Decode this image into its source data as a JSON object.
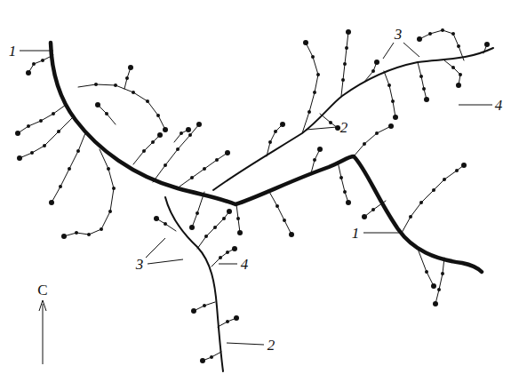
{
  "diagram": {
    "labels": [
      "3",
      "1",
      "4",
      "2",
      "1",
      "3",
      "4",
      "C",
      "2"
    ]
  }
}
